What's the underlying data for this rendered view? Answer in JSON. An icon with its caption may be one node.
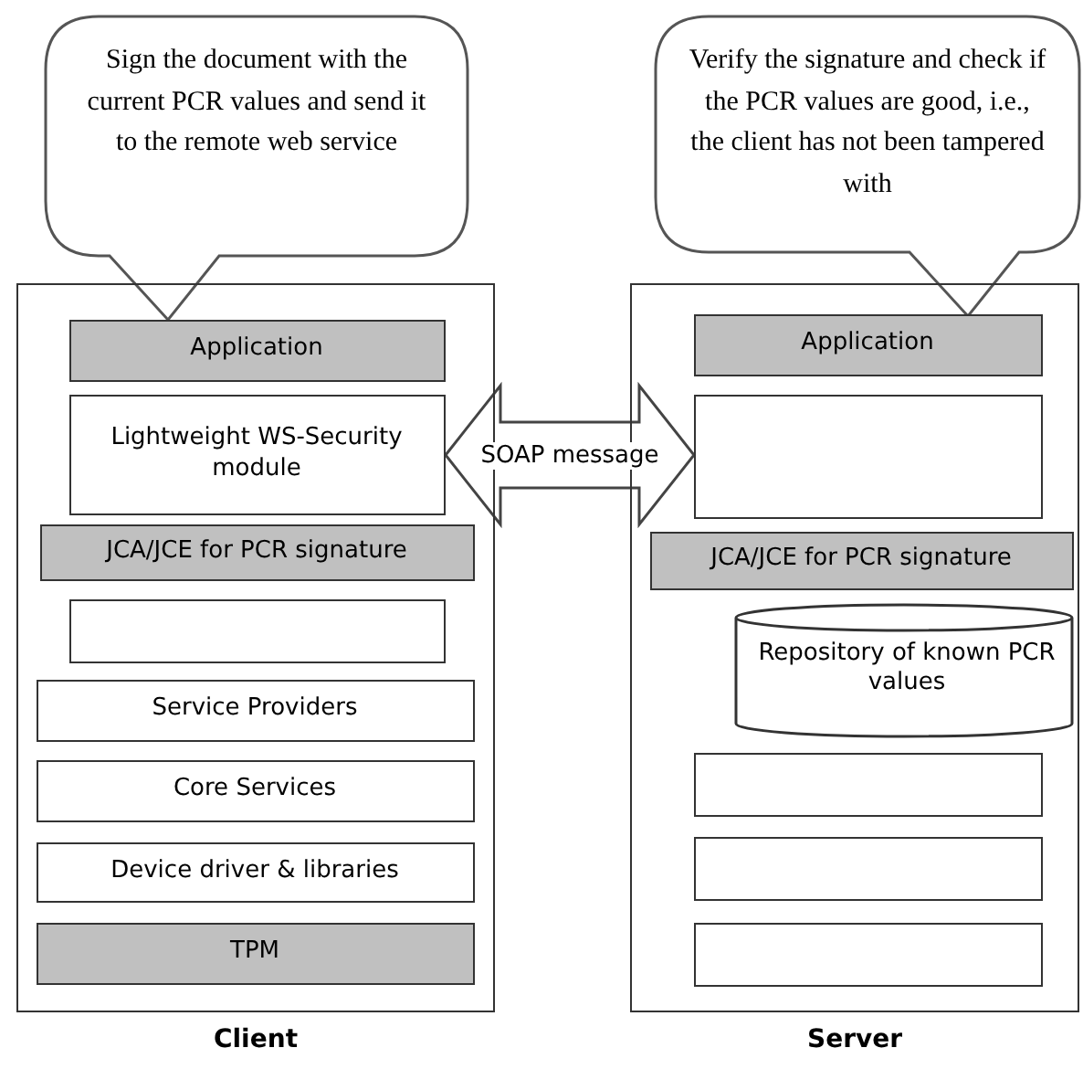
{
  "diagram": {
    "nodes": [
      {
        "text": [
          "Sign the document with the current PCR values and send it to the remote web service"
        ]
      },
      {
        "text": [
          "Verify the signature and check if the PCR values are good, i.e., the client has not been tampered with"
        ]
      },
      {
        "text": [
          "Client"
        ]
      },
      {
        "text": [
          "Application"
        ],
        "in": 2
      },
      {
        "text": [
          "Lightweight WS-Security module"
        ],
        "in": 2
      },
      {
        "text": [
          "JCA/JCE for PCR signature"
        ],
        "in": 2
      },
      {
        "text": [],
        "shape": "box",
        "in": 2
      },
      {
        "text": [
          "Service Providers"
        ],
        "in": 2
      },
      {
        "text": [
          "Core Services"
        ],
        "in": 2
      },
      {
        "text": [
          "Device driver & libraries"
        ],
        "in": 2
      },
      {
        "text": [
          "TPM"
        ],
        "in": 2
      },
      {
        "text": [
          "Server"
        ]
      },
      {
        "text": [
          "Application"
        ],
        "in": 11
      },
      {
        "text": [],
        "shape": "box",
        "in": 11
      },
      {
        "text": [
          "JCA/JCE for PCR signature"
        ],
        "in": 11
      },
      {
        "text": [
          "Repository of known PCR values"
        ],
        "in": 11
      },
      {
        "text": [],
        "shape": "box",
        "in": 11
      },
      {
        "text": [],
        "shape": "box",
        "in": 11
      },
      {
        "text": [],
        "shape": "box",
        "in": 11
      }
    ],
    "edges": [
      {
        "from": 4,
        "to": 13,
        "arrow": "both",
        "label": "SOAP message",
        "style": "thick"
      }
    ]
  }
}
